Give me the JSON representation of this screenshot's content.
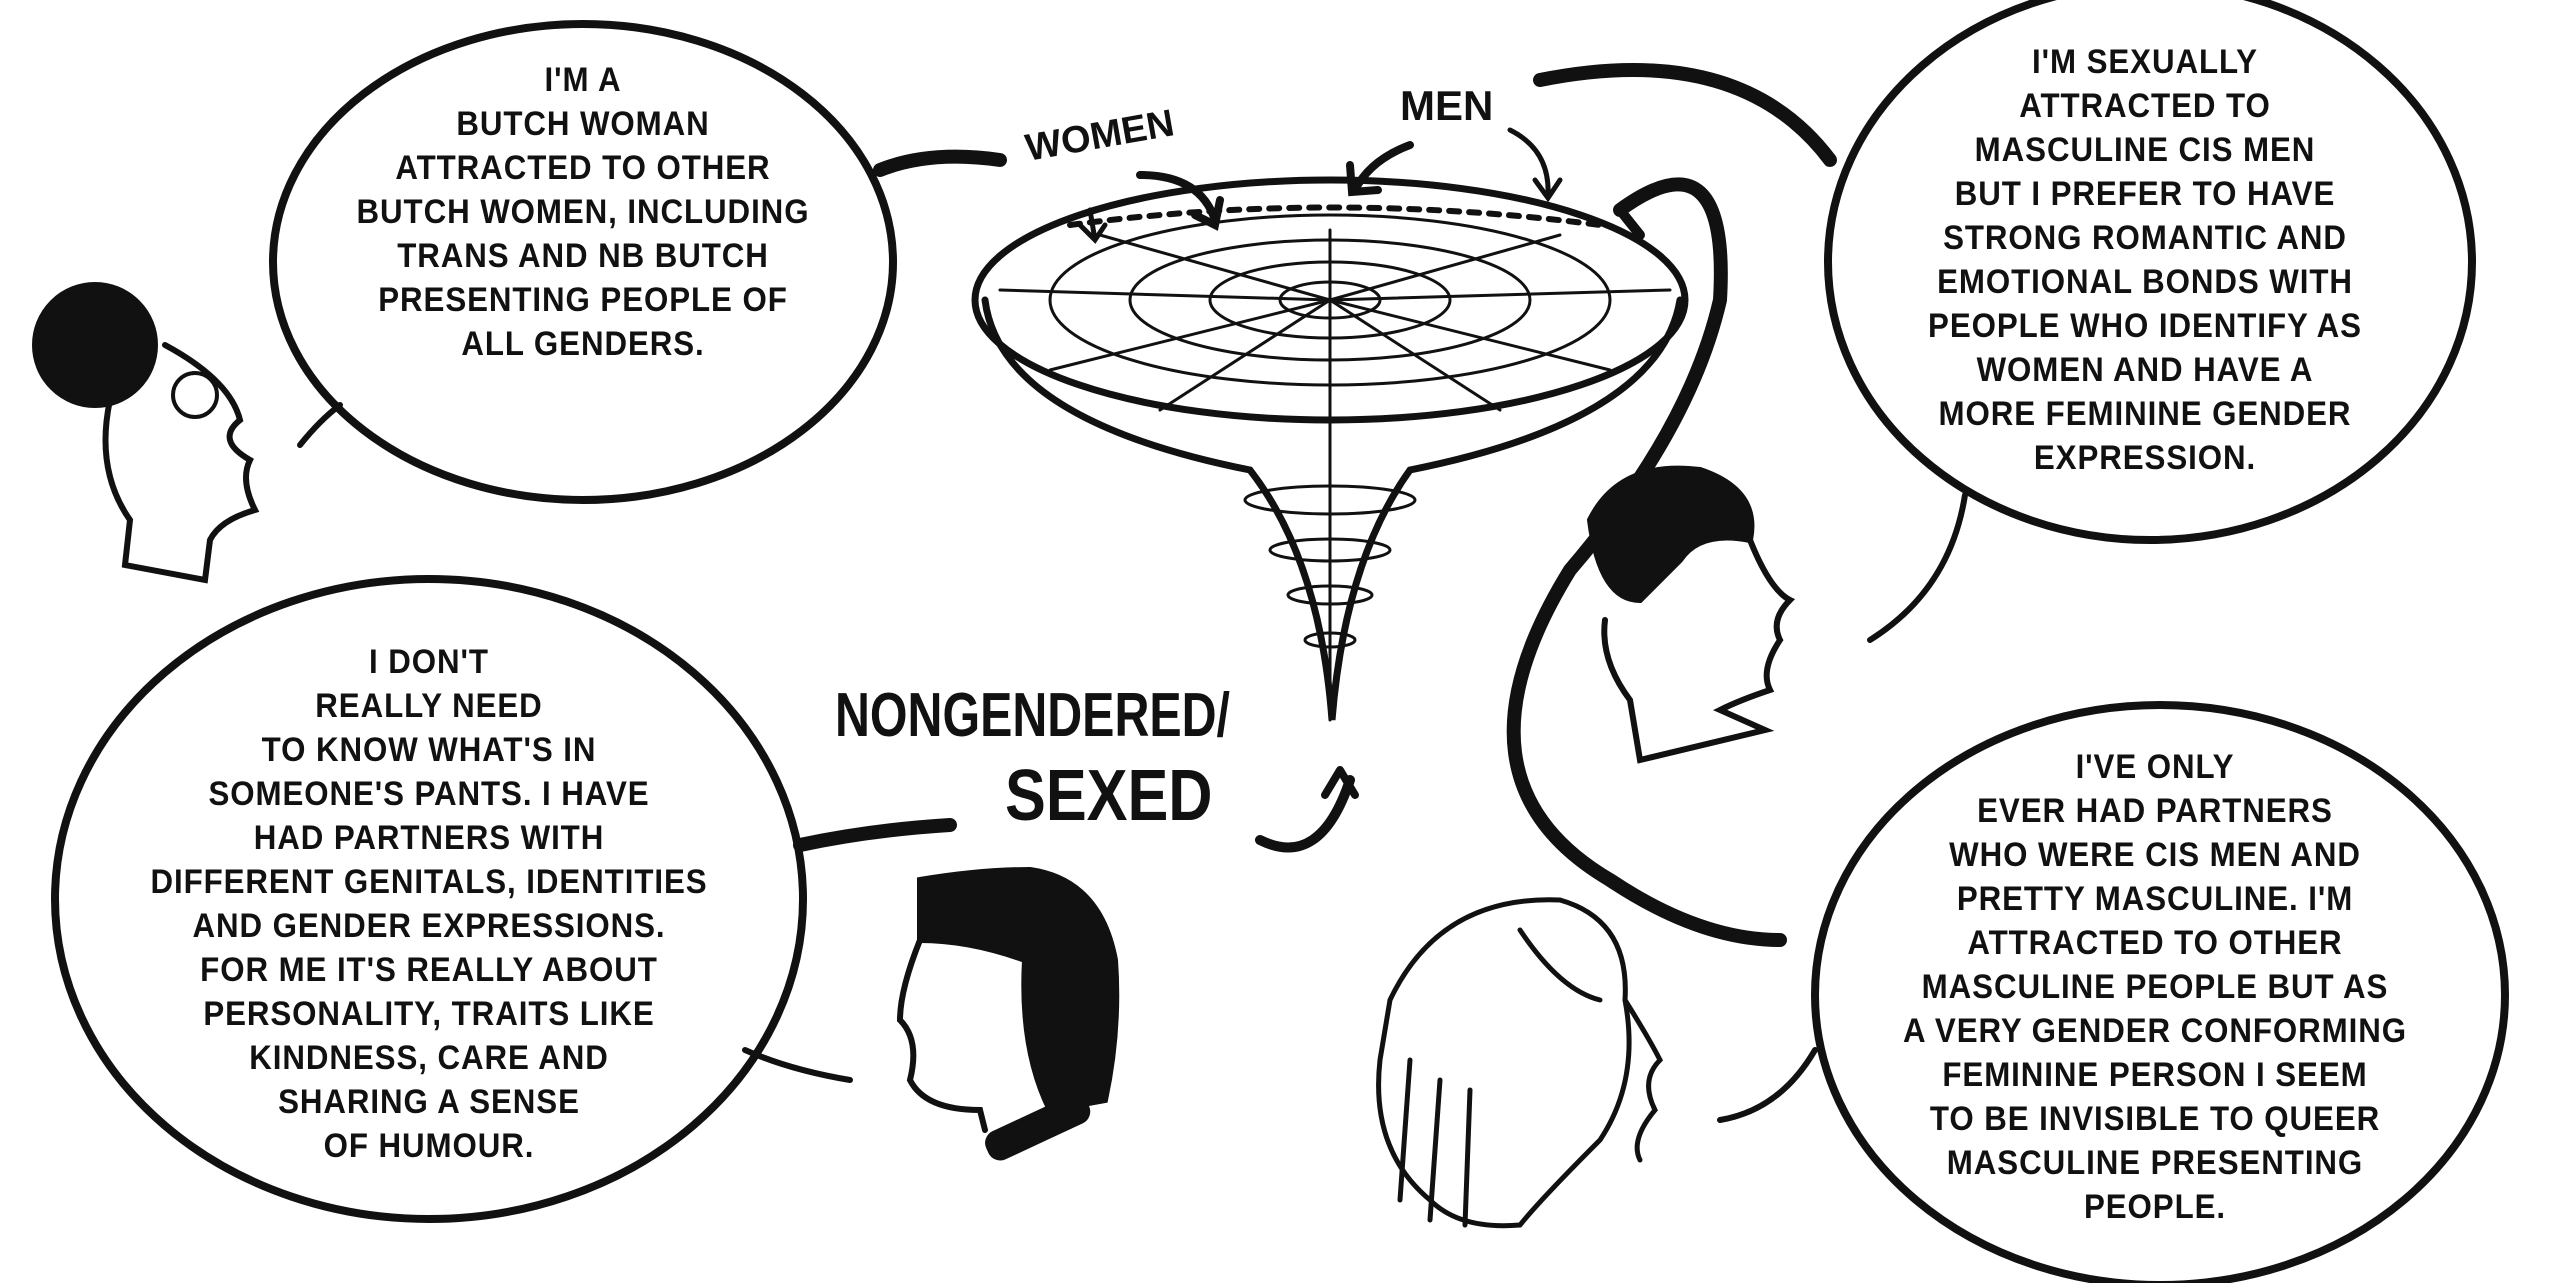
{
  "labels": {
    "women": "WOMEN",
    "men": "MEN",
    "nongendered": "NONGENDERED/",
    "sexed": "SEXED"
  },
  "bubbles": [
    {
      "lines": [
        "I'M A",
        "BUTCH WOMAN",
        "ATTRACTED TO OTHER",
        "BUTCH WOMEN, INCLUDING",
        "TRANS AND NB BUTCH",
        "PRESENTING PEOPLE OF",
        "ALL GENDERS."
      ]
    },
    {
      "lines": [
        "I'M SEXUALLY",
        "ATTRACTED TO",
        "MASCULINE CIS MEN",
        "BUT I PREFER TO HAVE",
        "STRONG ROMANTIC AND",
        "EMOTIONAL BONDS WITH",
        "PEOPLE WHO IDENTIFY AS",
        "WOMEN AND HAVE A",
        "MORE FEMININE GENDER",
        "EXPRESSION."
      ]
    },
    {
      "lines": [
        "I DON'T",
        "REALLY NEED",
        "TO KNOW WHAT'S IN",
        "SOMEONE'S PANTS. I HAVE",
        "HAD PARTNERS WITH",
        "DIFFERENT GENITALS, IDENTITIES",
        "AND GENDER EXPRESSIONS.",
        "FOR ME IT'S REALLY ABOUT",
        "PERSONALITY, TRAITS LIKE",
        "KINDNESS, CARE AND",
        "SHARING A SENSE",
        "OF HUMOUR."
      ]
    },
    {
      "lines": [
        "I'VE ONLY",
        "EVER HAD PARTNERS",
        "WHO WERE CIS MEN AND",
        "PRETTY MASCULINE. I'M",
        "ATTRACTED TO OTHER",
        "MASCULINE PEOPLE BUT AS",
        "A VERY GENDER CONFORMING",
        "FEMININE PERSON I SEEM",
        "TO BE INVISIBLE TO QUEER",
        "MASCULINE PRESENTING",
        "PEOPLE."
      ]
    }
  ]
}
